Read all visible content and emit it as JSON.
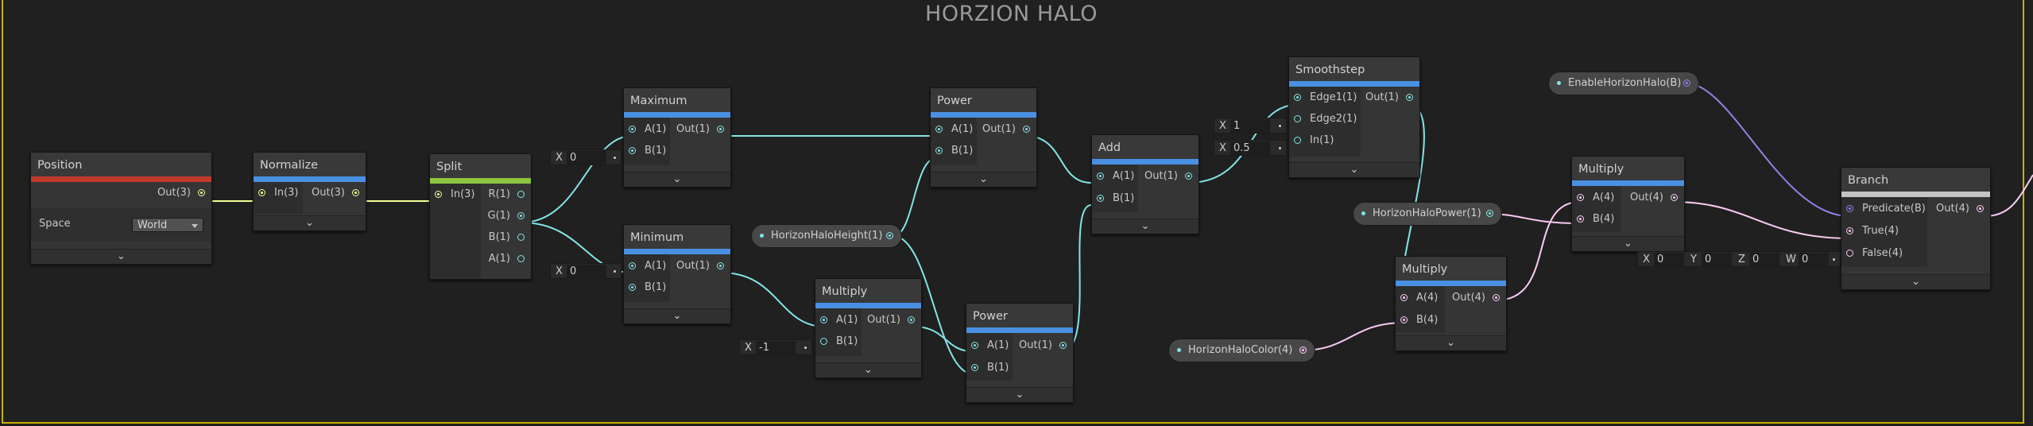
{
  "group_title": "HORZION HALO",
  "colors": {
    "vector1": "#84e4e7",
    "vector3": "#f6ff9a",
    "vector4": "#fbcbf4",
    "boolean": "#9481e6",
    "group_border": "#c9b100",
    "header_blue": "#4a90e2",
    "header_red": "#c0392b",
    "header_green": "#8cc63f",
    "header_grey": "#c4c4c4"
  },
  "footer_icon": "chevron-down-icon",
  "nodes": {
    "position": {
      "title": "Position",
      "out": "Out(3)",
      "space_label": "Space",
      "space_value": "World"
    },
    "normalize": {
      "title": "Normalize",
      "in": "In(3)",
      "out": "Out(3)"
    },
    "split": {
      "title": "Split",
      "in": "In(3)",
      "outs": [
        "R(1)",
        "G(1)",
        "B(1)",
        "A(1)"
      ]
    },
    "maximum": {
      "title": "Maximum",
      "ins": [
        "A(1)",
        "B(1)"
      ],
      "out": "Out(1)",
      "b_label": "X",
      "b_value": "0"
    },
    "minimum": {
      "title": "Minimum",
      "ins": [
        "A(1)",
        "B(1)"
      ],
      "out": "Out(1)",
      "b_label": "X",
      "b_value": "0"
    },
    "multiply1": {
      "title": "Multiply",
      "ins": [
        "A(1)",
        "B(1)"
      ],
      "out": "Out(1)",
      "b_label": "X",
      "b_value": "-1"
    },
    "power1": {
      "title": "Power",
      "ins": [
        "A(1)",
        "B(1)"
      ],
      "out": "Out(1)"
    },
    "power2": {
      "title": "Power",
      "ins": [
        "A(1)",
        "B(1)"
      ],
      "out": "Out(1)"
    },
    "add": {
      "title": "Add",
      "ins": [
        "A(1)",
        "B(1)"
      ],
      "out": "Out(1)"
    },
    "smoothstep": {
      "title": "Smoothstep",
      "ins": [
        "Edge1(1)",
        "Edge2(1)",
        "In(1)"
      ],
      "out": "Out(1)",
      "edge2_label": "X",
      "edge2_value": "1",
      "in_label": "X",
      "in_value": "0.5"
    },
    "multiply2": {
      "title": "Multiply",
      "ins": [
        "A(4)",
        "B(4)"
      ],
      "out": "Out(4)"
    },
    "multiply3": {
      "title": "Multiply",
      "ins": [
        "A(4)",
        "B(4)"
      ],
      "out": "Out(4)"
    },
    "branch": {
      "title": "Branch",
      "ins": [
        "Predicate(B)",
        "True(4)",
        "False(4)"
      ],
      "out": "Out(4)",
      "false_fields": [
        {
          "label": "X",
          "value": "0"
        },
        {
          "label": "Y",
          "value": "0"
        },
        {
          "label": "Z",
          "value": "0"
        },
        {
          "label": "W",
          "value": "0"
        }
      ]
    }
  },
  "properties": {
    "horizon_halo_height": "HorizonHaloHeight(1)",
    "horizon_halo_power": "HorizonHaloPower(1)",
    "horizon_halo_color": "HorizonHaloColor(4)",
    "enable_horizon_halo": "EnableHorizonHalo(B)"
  }
}
